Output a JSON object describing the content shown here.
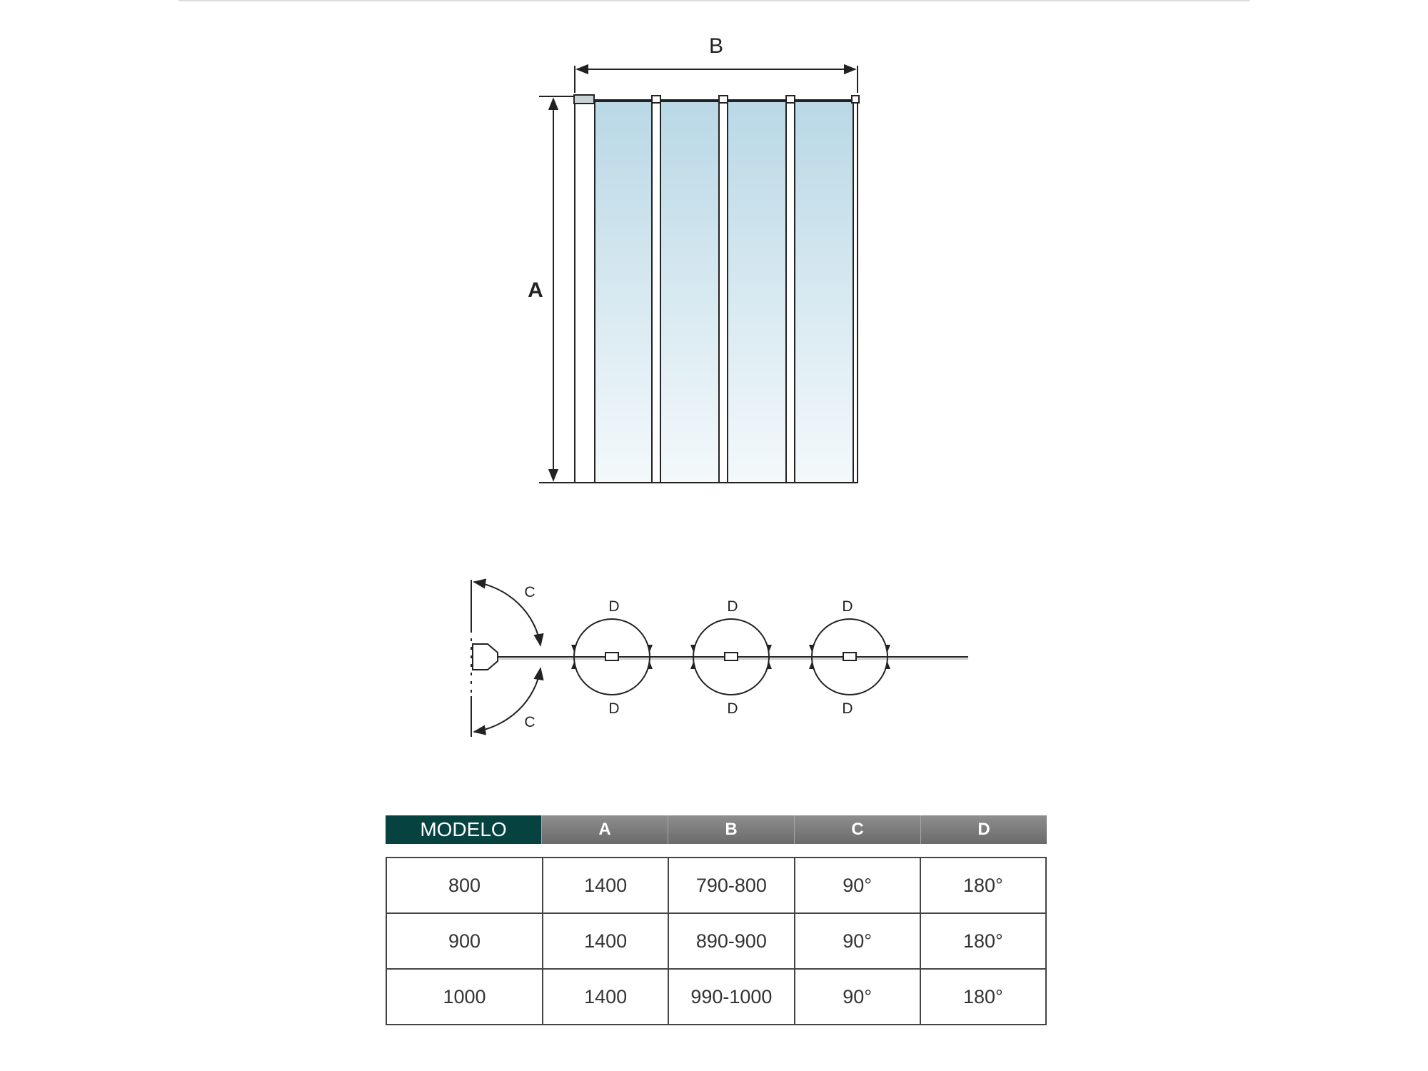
{
  "front_view": {
    "label_b": "B",
    "label_a": "A",
    "panel_count": 4,
    "glass_color_top": "#b9d8e6",
    "glass_color_bottom": "#f4f9fb"
  },
  "plan_view": {
    "label_c_top": "C",
    "label_c_bottom": "C",
    "hinges": [
      {
        "top": "D",
        "bottom": "D"
      },
      {
        "top": "D",
        "bottom": "D"
      },
      {
        "top": "D",
        "bottom": "D"
      }
    ]
  },
  "table": {
    "header_accent": "#06423f",
    "headers": [
      "MODELO",
      "A",
      "B",
      "C",
      "D"
    ],
    "rows": [
      [
        "800",
        "1400",
        "790-800",
        "90°",
        "180°"
      ],
      [
        "900",
        "1400",
        "890-900",
        "90°",
        "180°"
      ],
      [
        "1000",
        "1400",
        "990-1000",
        "90°",
        "180°"
      ]
    ]
  }
}
